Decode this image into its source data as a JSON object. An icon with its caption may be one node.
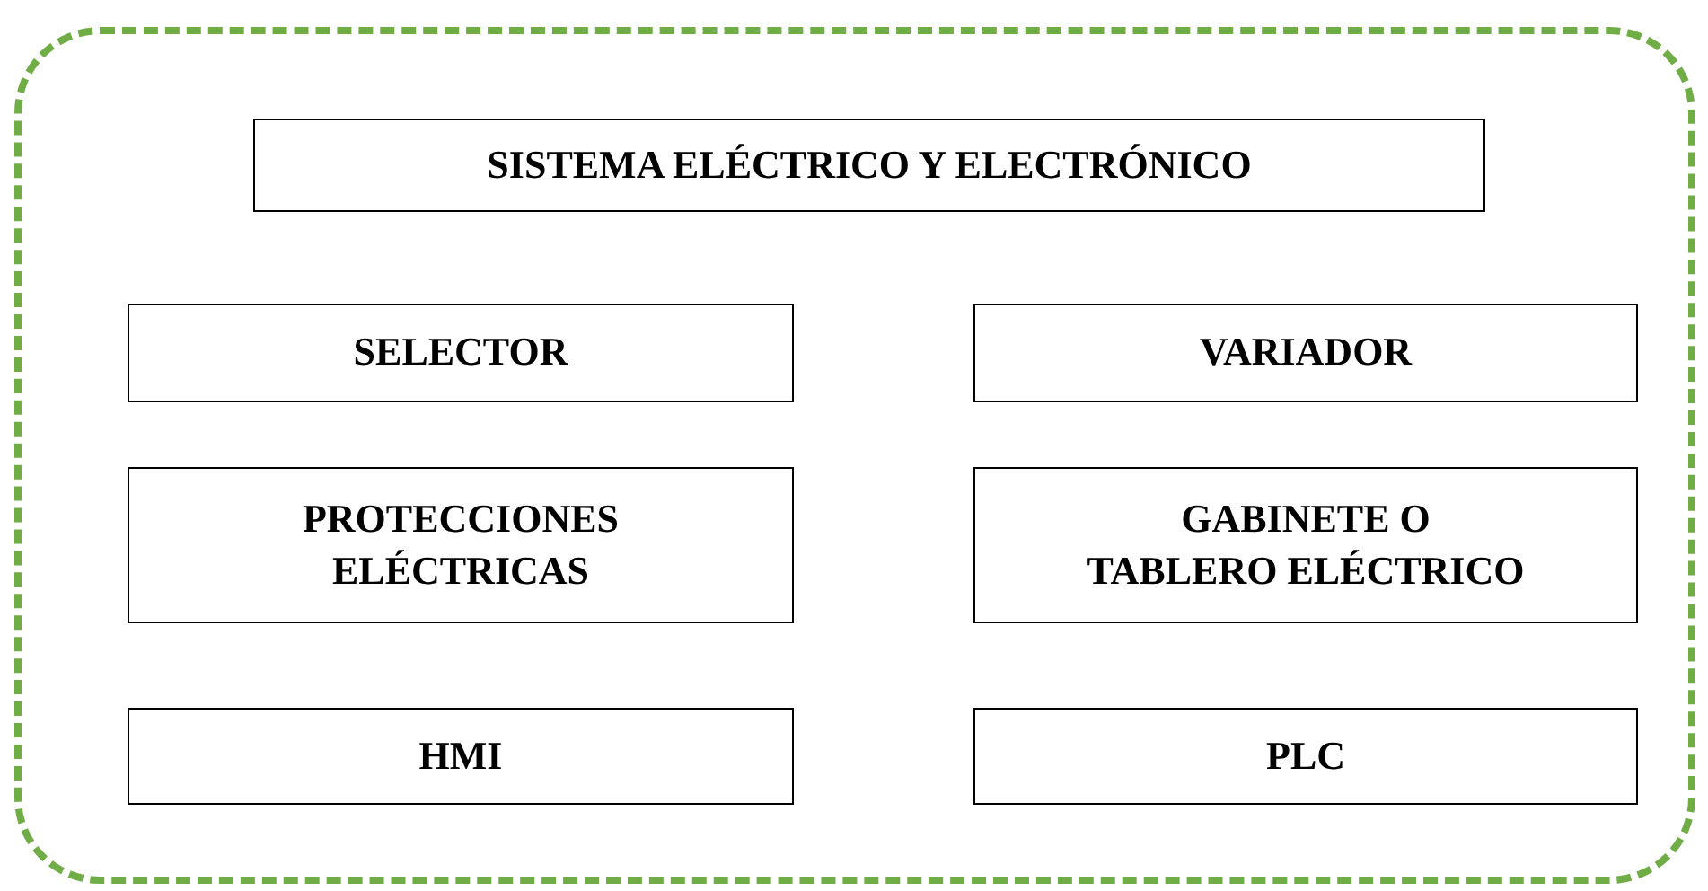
{
  "diagram": {
    "nodes": [
      {
        "text": [],
        "shape": "box"
      },
      {
        "text": [
          "SISTEMA ELÉCTRICO Y ELECTRÓNICO"
        ],
        "in": 0
      },
      {
        "text": [
          "SELECTOR"
        ],
        "in": 0
      },
      {
        "text": [
          "VARIADOR"
        ],
        "in": 0
      },
      {
        "text": [
          "PROTECCIONES ELÉCTRICAS"
        ],
        "in": 0
      },
      {
        "text": [
          "GABINETE O TABLERO ELÉCTRICO"
        ],
        "in": 0
      },
      {
        "text": [
          "HMI"
        ],
        "in": 0
      },
      {
        "text": [
          "PLC"
        ],
        "in": 0
      }
    ]
  }
}
